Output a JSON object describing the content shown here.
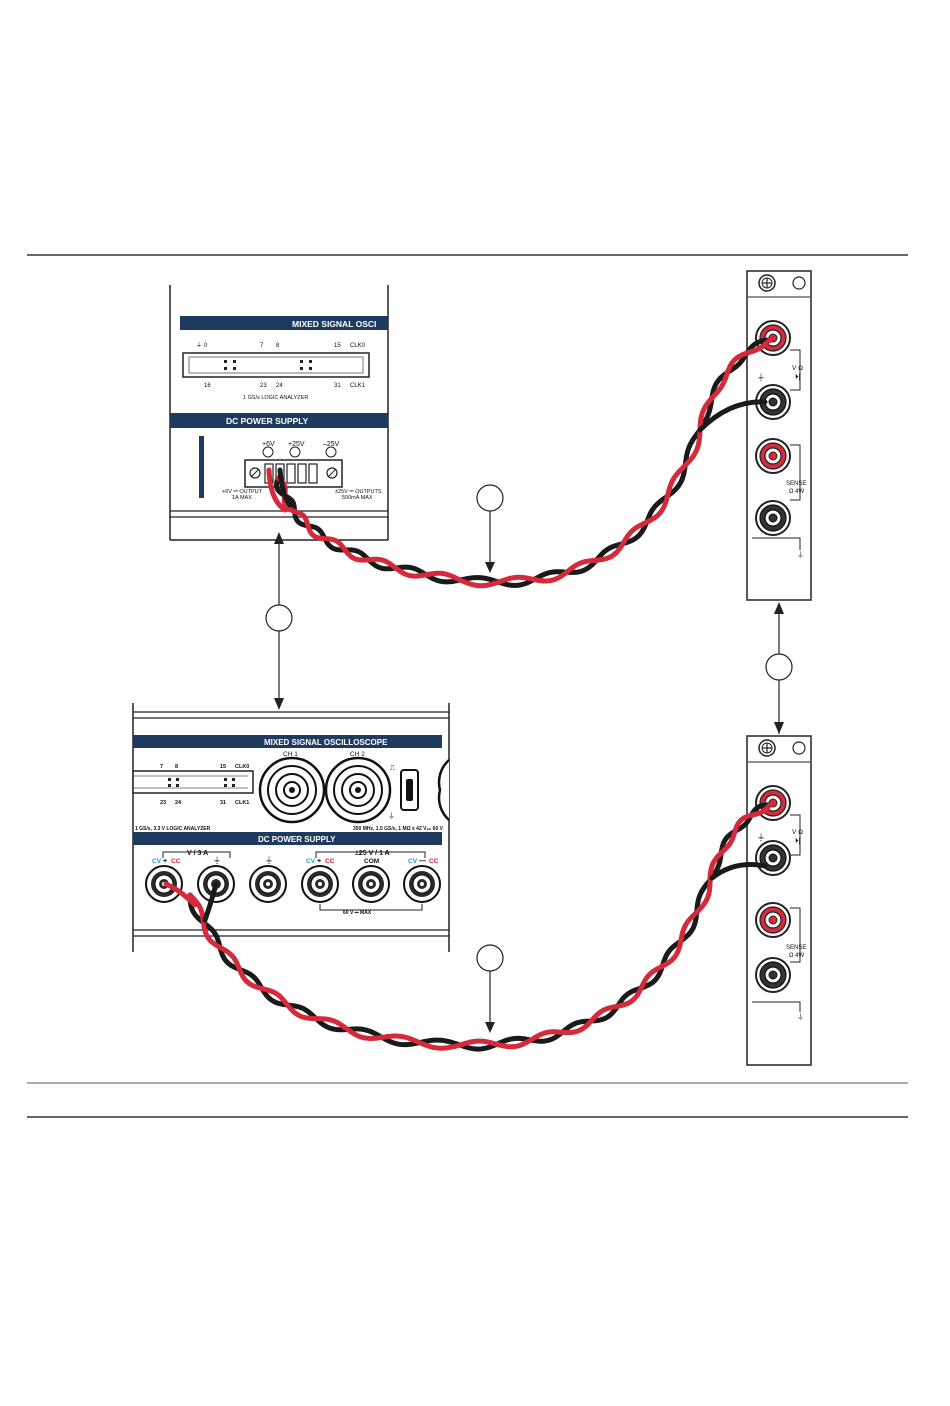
{
  "top_device": {
    "header": "MIXED SIGNAL OSCI",
    "la_top_labels": [
      "0",
      "7",
      "8",
      "15",
      "CLK0"
    ],
    "la_bottom_labels": [
      "16",
      "23",
      "24",
      "31",
      "CLK1"
    ],
    "la_caption": "1 GS/s LOGIC ANALYZER",
    "power_header": "DC POWER SUPPLY",
    "terminal_labels": [
      "+6V",
      "+25V",
      "–25V"
    ],
    "left_note_1": "+6V ⎓ OUTPUT",
    "left_note_2": "1A MAX",
    "right_note_1": "±25V ⎓ OUTPUTS",
    "right_note_2": "500mA MAX"
  },
  "bottom_device": {
    "header": "MIXED SIGNAL OSCILLOSCOPE",
    "ch1": "CH 1",
    "ch2": "CH 2",
    "la_top_labels": [
      "7",
      "8",
      "15",
      "CLK0"
    ],
    "la_bottom_labels": [
      "23",
      "24",
      "31",
      "CLK1"
    ],
    "la_caption": "1 GS/s, 3.3 V LOGIC ANALYZER",
    "scope_caption": "350 MHz, 1.5 GS/s, 1 MΩ ≤ 42 Vₚₖ 60 V",
    "power_header": "DC POWER SUPPLY",
    "group1": "V / 3 A",
    "group2": "±25 V / 1 A",
    "cv": "CV",
    "cc": "CC",
    "plus": "+",
    "minus": "—",
    "com": "COM",
    "max_note": "60 V ⎓ MAX"
  },
  "dmm": {
    "v_ohm": "V Ω",
    "sense_1": "SENSE",
    "sense_2": "Ω 4W"
  },
  "colors": {
    "navy": "#1f3a5f",
    "wire_red": "#d42a3c",
    "wire_black": "#1a1a1a",
    "cv_blue": "#1e9bd7",
    "cc_red": "#e0192b"
  }
}
